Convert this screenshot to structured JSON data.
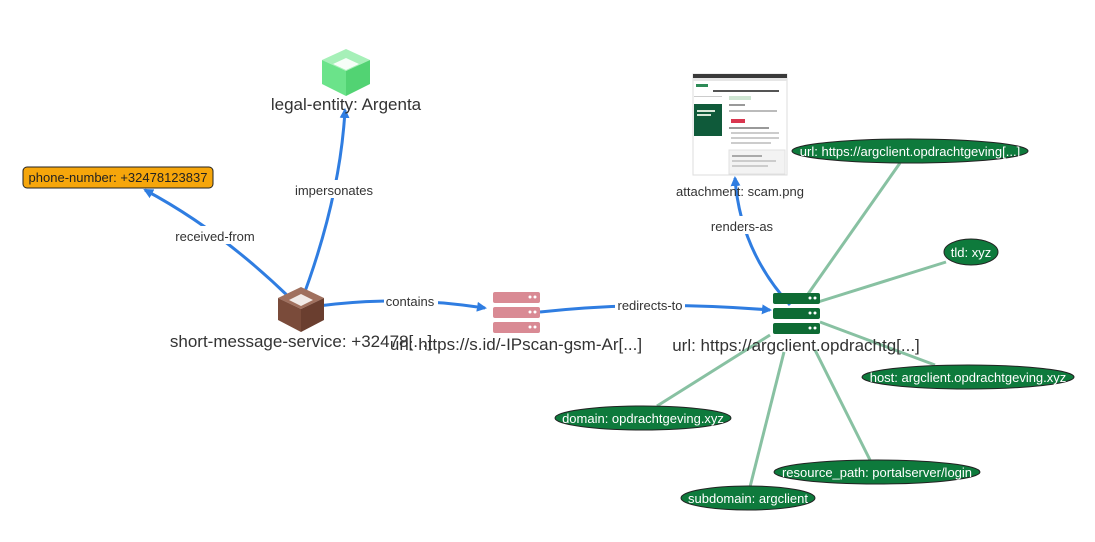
{
  "colors": {
    "edge_blue": "#2f7de1",
    "edge_green": "#88c1a2",
    "legal_entity": "#6be38a",
    "sms": "#7a4b3a",
    "url_red": "#d98a94",
    "url_green": "#0e6b34",
    "pill_green": "#0e7a3c",
    "phone_orange": "#f6a60b"
  },
  "nodes": {
    "legal_entity": {
      "label": "legal-entity: Argenta",
      "icon": "cube-icon"
    },
    "phone": {
      "label": "phone-number: +32478123837"
    },
    "sms": {
      "label": "short-message-service: +32478[...]",
      "icon": "cube-icon"
    },
    "url_short": {
      "label": "url: https://s.id/-IPscan-gsm-Ar[...]",
      "icon": "server-icon"
    },
    "url_main": {
      "label": "url: https://argclient.opdrachtg[...]",
      "icon": "server-icon"
    },
    "attachment": {
      "label": "attachment: scam.png",
      "icon": "image-thumbnail"
    },
    "url_full": {
      "label": "url: https://argclient.opdrachtgeving[...]"
    },
    "tld": {
      "label": "tld: xyz"
    },
    "host": {
      "label": "host: argclient.opdrachtgeving.xyz"
    },
    "domain": {
      "label": "domain: opdrachtgeving.xyz"
    },
    "resource_path": {
      "label": "resource_path: portalserver/login"
    },
    "subdomain": {
      "label": "subdomain: argclient"
    }
  },
  "edges": {
    "impersonates": "impersonates",
    "received_from": "received-from",
    "contains": "contains",
    "redirects_to": "redirects-to",
    "renders_as": "renders-as"
  }
}
